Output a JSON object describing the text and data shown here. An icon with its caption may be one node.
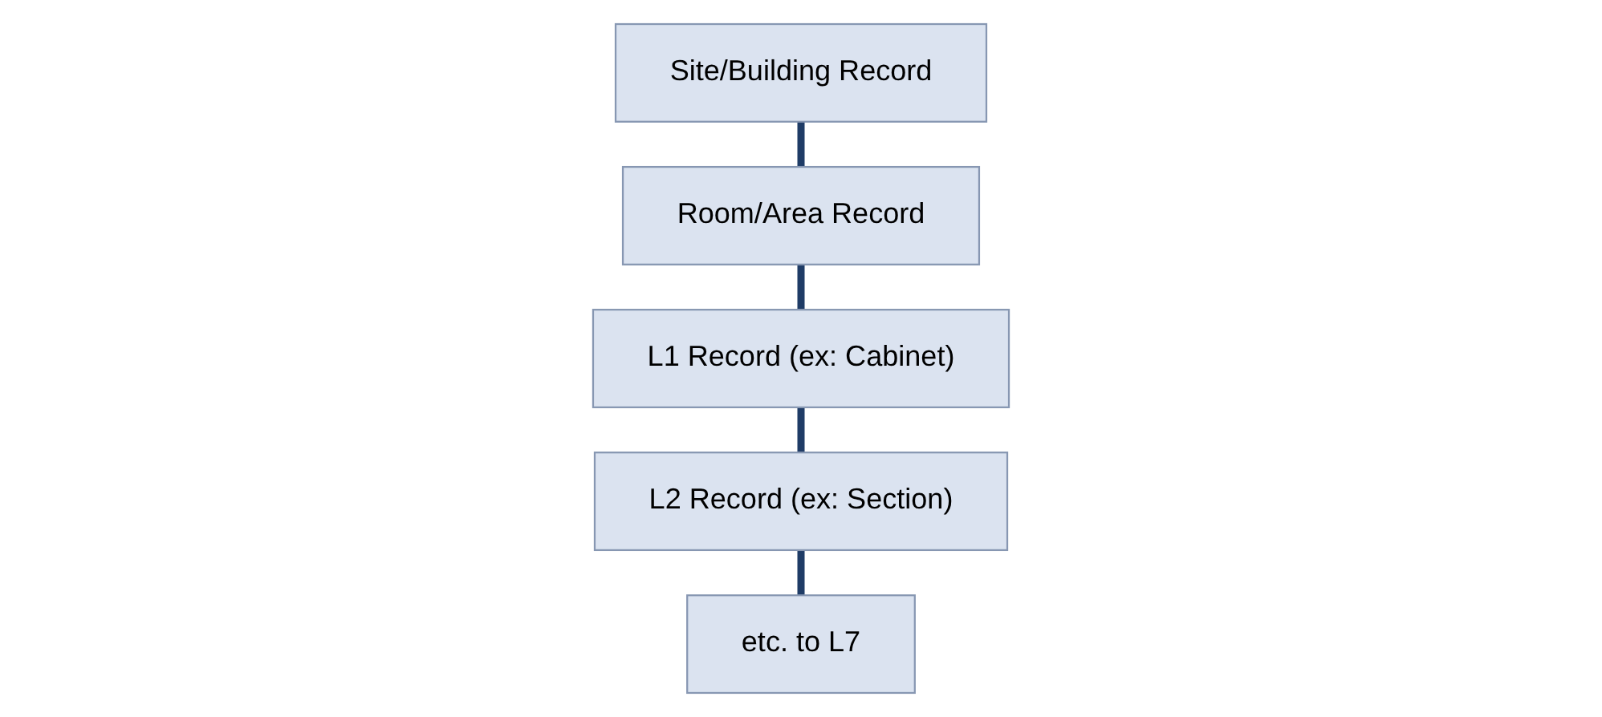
{
  "diagram": {
    "nodes": [
      {
        "text": [
          "Site/Building Record"
        ]
      },
      {
        "text": [
          "Room/Area Record"
        ]
      },
      {
        "text": [
          "L1 Record (ex: Cabinet)"
        ]
      },
      {
        "text": [
          "L2 Record (ex: Section)"
        ]
      },
      {
        "text": [
          "etc. to L7"
        ]
      }
    ],
    "edges": [
      {
        "from": 0,
        "to": 1,
        "arrow": "none"
      },
      {
        "from": 1,
        "to": 2,
        "arrow": "none"
      },
      {
        "from": 2,
        "to": 3,
        "arrow": "none"
      },
      {
        "from": 3,
        "to": 4,
        "arrow": "none"
      }
    ]
  }
}
